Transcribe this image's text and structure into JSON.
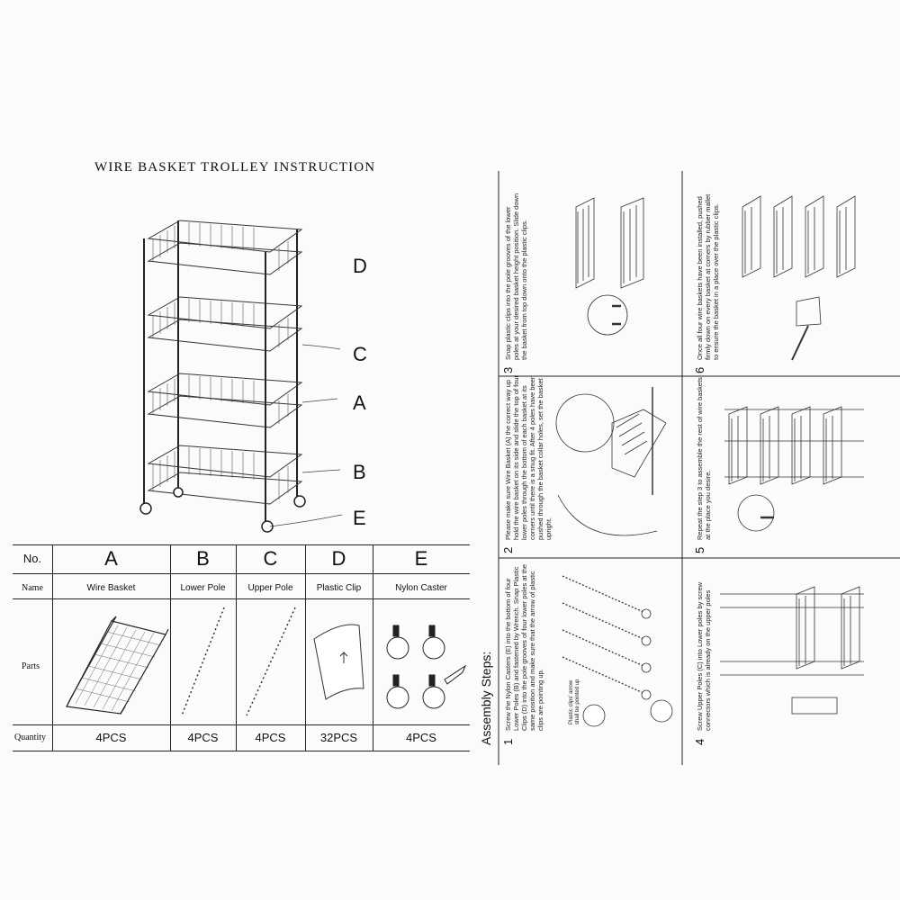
{
  "document": {
    "title": "WIRE BASKET TROLLEY INSTRUCTION",
    "diagram_labels": [
      "D",
      "C",
      "A",
      "B",
      "E"
    ]
  },
  "parts_table": {
    "header_no": "No.",
    "row_labels": {
      "name": "Name",
      "parts": "Parts",
      "quantity": "Quantity"
    },
    "columns": [
      {
        "letter": "A",
        "name": "Wire Basket",
        "quantity": "4PCS"
      },
      {
        "letter": "B",
        "name": "Lower Pole",
        "quantity": "4PCS"
      },
      {
        "letter": "C",
        "name": "Upper Pole",
        "quantity": "4PCS"
      },
      {
        "letter": "D",
        "name": "Plastic Clip",
        "quantity": "32PCS"
      },
      {
        "letter": "E",
        "name": "Nylon Caster",
        "quantity": "4PCS"
      }
    ]
  },
  "assembly": {
    "heading": "Assembly Steps:",
    "steps": [
      {
        "num": "1",
        "text": "Screw the Nylon Casters (E) into the bottom of four Lower Poles (B) and fastened by Wrench. Snap Plastic Clips (D) into the pole grooves of four lower poles at the same position and make sure that the arrow of plastic clips are pointing up."
      },
      {
        "num": "2",
        "text": "Please make sure Wire Basket (A) the correct way up hold the wire basket on its side and slide the top of four lower poles through the bottom of each basket at its corners until there is a snug fit. After 4 poles have been pushed through the basket collar holes, set the basket upright."
      },
      {
        "num": "3",
        "text": "Snap plastic clips into the pole grooves of the lower poles at your desired basket height position. Slide down the basket from top down onto the plastic clips."
      },
      {
        "num": "4",
        "text": "Screw Upper Poles (C) into Lower poles by screw connectors which is already on the upper poles"
      },
      {
        "num": "5",
        "text": "Repeat the step 3 to assemble the rest of wire baskets at the place you desire."
      },
      {
        "num": "6",
        "text": "Once all four wire baskets have been installed, pushed firmly down on every basket at corners by rubber mallet to ensure the basket in a place over the plastic clips."
      }
    ],
    "figure_note": "Plastic clips' arrow shall be pointed up"
  }
}
